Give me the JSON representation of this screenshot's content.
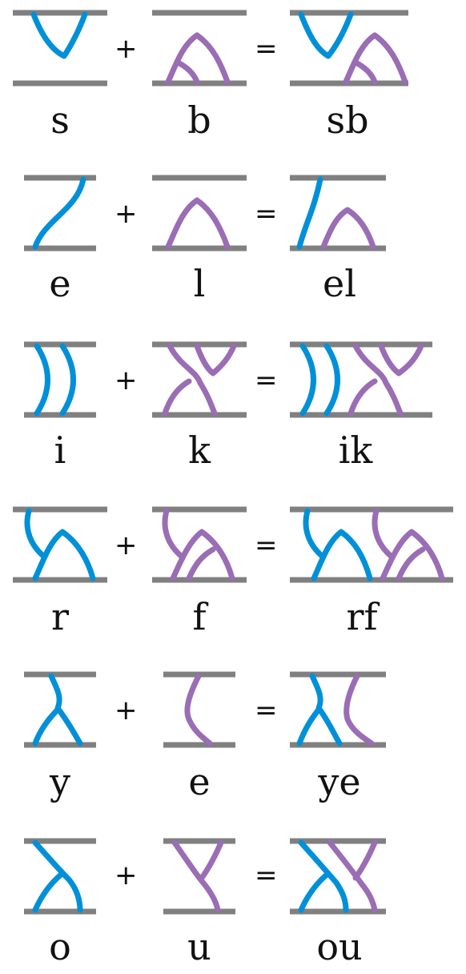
{
  "operators": {
    "plus": "+",
    "equals": "="
  },
  "colors": {
    "bar": "#808080",
    "left_strand": "#0090d8",
    "right_strand": "#9a6db5"
  },
  "rows": [
    {
      "left": "s",
      "right": "b",
      "result": "sb"
    },
    {
      "left": "e",
      "right": "l",
      "result": "el"
    },
    {
      "left": "i",
      "right": "k",
      "result": "ik"
    },
    {
      "left": "r",
      "right": "f",
      "result": "rf"
    },
    {
      "left": "y",
      "right": "e",
      "result": "ye"
    },
    {
      "left": "o",
      "right": "u",
      "result": "ou"
    }
  ]
}
